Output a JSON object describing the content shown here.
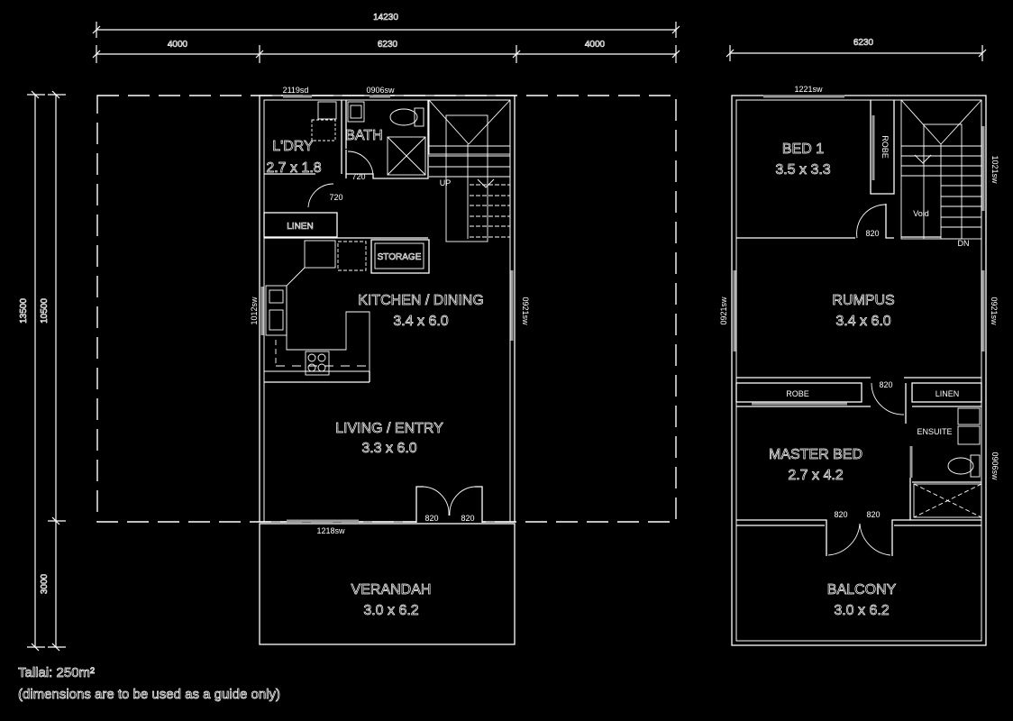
{
  "plan": {
    "title": "Tallai: 250m²",
    "disclaimer": "(dimensions are to be used as a guide only)",
    "ground_floor": {
      "dimensions": {
        "overall_width": "14230",
        "left_bay": "4000",
        "center_bay": "6230",
        "right_bay": "4000",
        "overall_depth": "13500",
        "house_depth": "10500",
        "verandah_depth": "3000"
      },
      "rooms": [
        {
          "name": "L'DRY",
          "size": "2.7 x 1.8"
        },
        {
          "name": "BATH",
          "size": ""
        },
        {
          "name": "KITCHEN / DINING",
          "size": "3.4 x 6.0"
        },
        {
          "name": "LIVING / ENTRY",
          "size": "3.3 x 6.0"
        },
        {
          "name": "VERANDAH",
          "size": "3.0 x 6.2"
        }
      ],
      "fixtures": {
        "linen": "LINEN",
        "storage": "STORAGE",
        "stair_up": "UP"
      },
      "openings": {
        "laundry_window": "2119sd",
        "bath_window": "0906sw",
        "bath_door": "720",
        "laundry_door": "720",
        "kitchen_window": "1012sw",
        "side_window": "0921sw",
        "front_window": "1218sw",
        "entry_door_left": "820",
        "entry_door_right": "820"
      }
    },
    "upper_floor": {
      "dimensions": {
        "overall_width": "6230"
      },
      "rooms": [
        {
          "name": "BED 1",
          "size": "3.5 x 3.3"
        },
        {
          "name": "RUMPUS",
          "size": "3.4 x 6.0"
        },
        {
          "name": "MASTER BED",
          "size": "2.7 x 4.2"
        },
        {
          "name": "ENSUITE",
          "size": ""
        },
        {
          "name": "BALCONY",
          "size": "3.0 x 6.2"
        }
      ],
      "fixtures": {
        "robe_bed1": "ROBE",
        "robe_master": "ROBE",
        "linen": "LINEN",
        "void": "Void",
        "stair_down": "DN"
      },
      "openings": {
        "bed1_window": "1221sw",
        "bed1_door": "820",
        "stair_window": "1021sw",
        "rumpus_left_window": "0921sw",
        "rumpus_right_window": "0921sw",
        "master_door": "820",
        "ensuite_window": "0906sw",
        "balcony_door_left": "820",
        "balcony_door_right": "820"
      }
    }
  }
}
